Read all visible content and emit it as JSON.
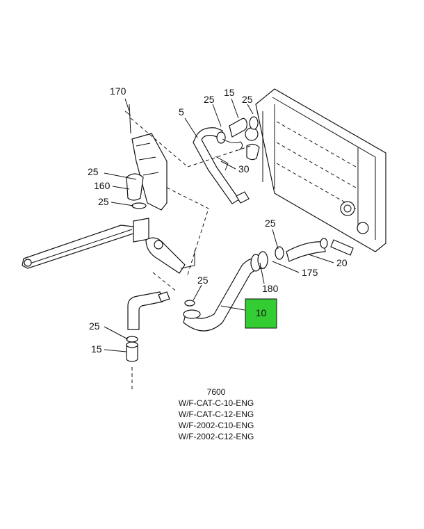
{
  "callouts": {
    "c170": "170",
    "c25_top_left": "25",
    "c15_top": "15",
    "c25_top_right": "25",
    "c5": "5",
    "c30": "30",
    "c25_bracket": "25",
    "c160": "160",
    "c25_mid_left": "25",
    "c25_hose_right": "25",
    "c20": "20",
    "c175": "175",
    "c180": "180",
    "c25_hose_lower": "25",
    "c10": "10",
    "c25_lower_left": "25",
    "c15_lower": "15"
  },
  "highlight": {
    "color": "#33cc33",
    "label_ref": "10"
  },
  "caption": {
    "line1": "7600",
    "line2": "W/F-CAT-C-10-ENG",
    "line3": "W/F-CAT-C-12-ENG",
    "line4": "W/F-2002-C10-ENG",
    "line5": "W/F-2002-C12-ENG"
  }
}
